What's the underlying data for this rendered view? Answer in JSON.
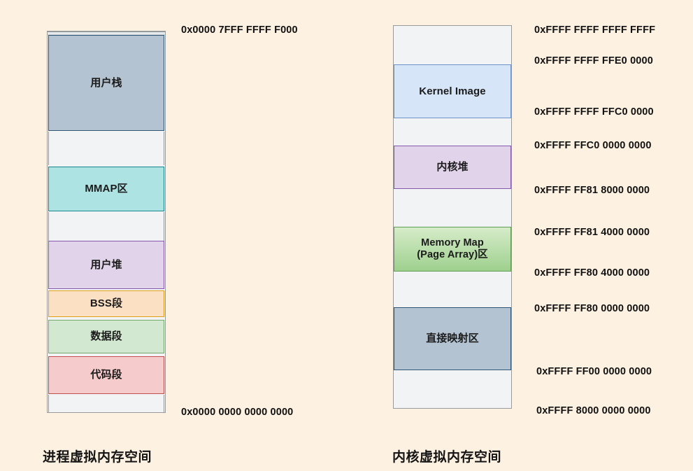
{
  "background_color": "#fdf2e2",
  "diagram": {
    "title_left": "进程虚拟内存空间",
    "title_right": "内核虚拟内存空间"
  },
  "process_space": {
    "caption": "进程虚拟内存空间",
    "top_address": "0x0000 7FFF FFFF F000",
    "bottom_address": "0x0000 0000 0000 0000",
    "segments": [
      {
        "label": "用户栈",
        "fill": "#b4c3d2",
        "border": "#2f5674"
      },
      {
        "label": "",
        "fill": "#f2f3f5",
        "border": "#9a9a9a"
      },
      {
        "label": "MMAP区",
        "fill": "#aee3e3",
        "border": "#19868c"
      },
      {
        "label": "",
        "fill": "#f2f3f5",
        "border": "#9a9a9a"
      },
      {
        "label": "用户堆",
        "fill": "#e0d3ea",
        "border": "#8557ad"
      },
      {
        "label": "BSS段",
        "fill": "#fce0c4",
        "border": "#e0a019"
      },
      {
        "label": "数据段",
        "fill": "#d3e8d1",
        "border": "#75a86a"
      },
      {
        "label": "代码段",
        "fill": "#f6cbcb",
        "border": "#c0504d"
      },
      {
        "label": "",
        "fill": "#f2f3f5",
        "border": "#9a9a9a"
      }
    ]
  },
  "kernel_space": {
    "caption": "内核虚拟内存空间",
    "segments": [
      {
        "label": "",
        "fill": "#f2f3f5",
        "border": "#9a9a9a"
      },
      {
        "label": "Kernel Image",
        "fill": "#d7e5f8",
        "border": "#6d93c8"
      },
      {
        "label": "",
        "fill": "#f2f3f5",
        "border": "#9a9a9a"
      },
      {
        "label": "内核堆",
        "fill": "#e0d3ea",
        "border": "#8557ad"
      },
      {
        "label": "",
        "fill": "#f2f3f5",
        "border": "#9a9a9a"
      },
      {
        "label": "Memory Map\n(Page Array)区",
        "fill": "#93cc86",
        "border": "#5f9d52"
      },
      {
        "label": "",
        "fill": "#f2f3f5",
        "border": "#9a9a9a"
      },
      {
        "label": "直接映射区",
        "fill": "#b4c3d2",
        "border": "#2f5674"
      },
      {
        "label": "",
        "fill": "#f2f3f5",
        "border": "#9a9a9a"
      }
    ],
    "addresses": [
      "0xFFFF FFFF FFFF FFFF",
      "0xFFFF FFFF FFE0 0000",
      "0xFFFF FFFF FFC0 0000",
      "0xFFFF FFC0 0000 0000",
      "0xFFFF FF81 8000 0000",
      "0xFFFF FF81 4000 0000",
      "0xFFFF FF80 4000 0000",
      "0xFFFF FF80 0000 0000",
      "0xFFFF FF00 0000 0000",
      "0xFFFF 8000 0000 0000"
    ]
  }
}
